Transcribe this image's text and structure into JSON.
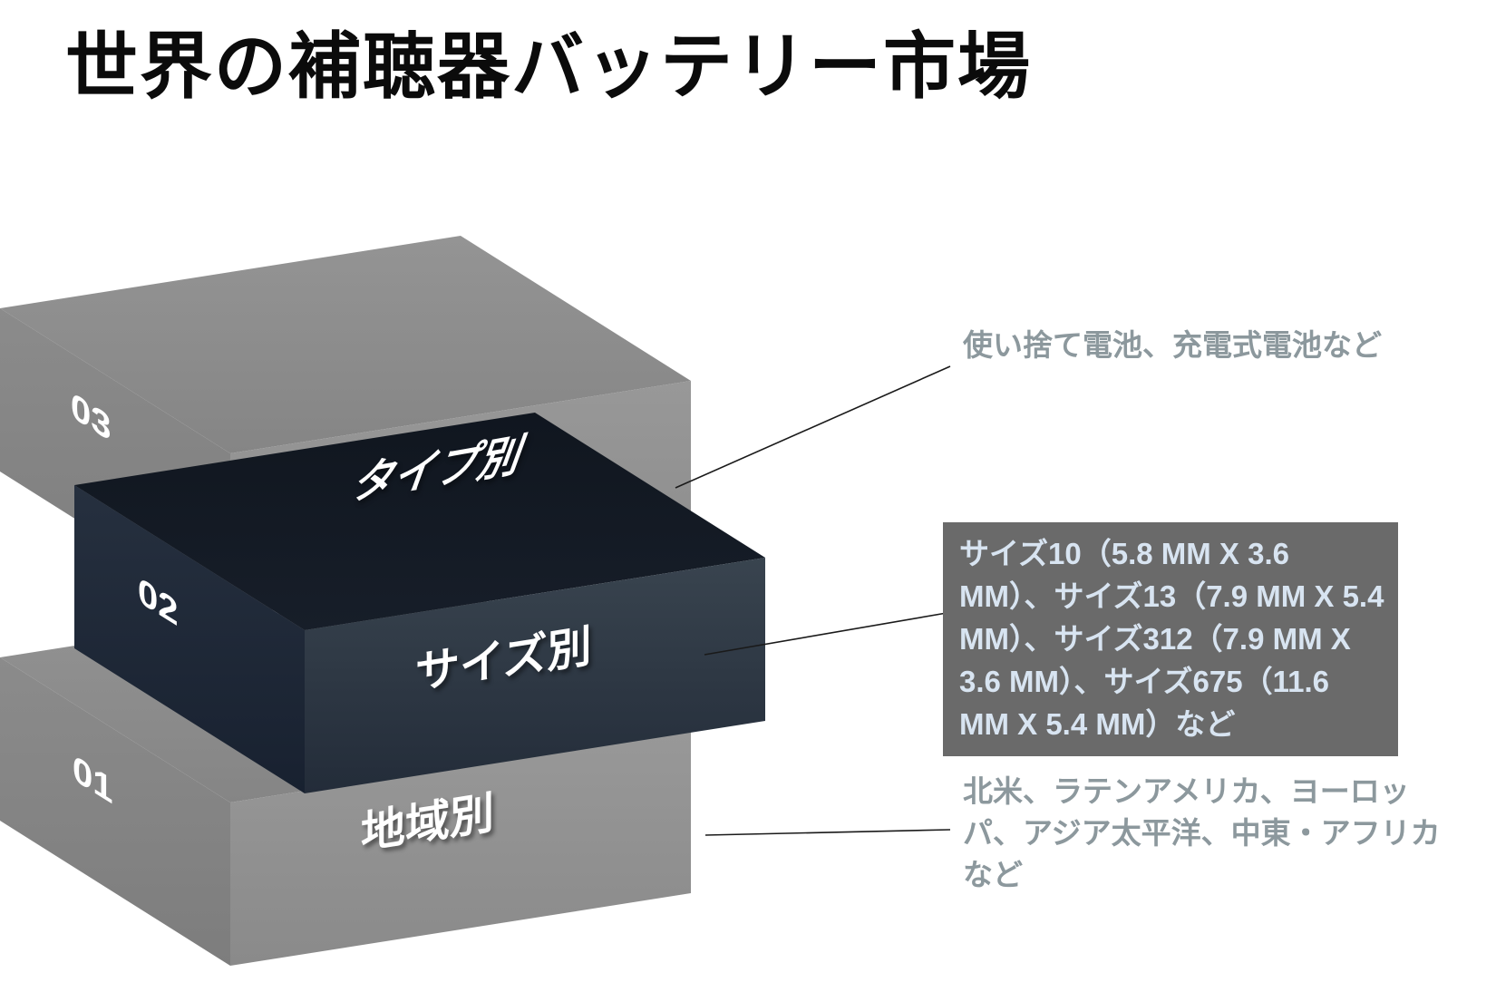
{
  "slide": {
    "title": "世界の補聴器バッテリー市場"
  },
  "layers": [
    {
      "number": "03",
      "label": "タイプ別",
      "annotation": "使い捨て電池、充電式電池など"
    },
    {
      "number": "02",
      "label": "サイズ別",
      "annotation": "サイズ10（5.8 MM X 3.6 MM）、サイズ13（7.9 MM X 5.4 MM）、サイズ312（7.9 MM X 3.6 MM）、サイズ675（11.6 MM X 5.4 MM）など"
    },
    {
      "number": "01",
      "label": "地域別",
      "annotation": "北米、ラテンアメリカ、ヨーロッパ、アジア太平洋、中東・アフリカなど"
    }
  ],
  "colors": {
    "slab_gray_top": "#8e8e8e",
    "slab_gray_left": "#838383",
    "slab_gray_front": "#929292",
    "slab_dark_top": "#141a24",
    "slab_dark_left": "#1e2836",
    "slab_dark_front": "#2c3645",
    "annotation_text": "#8c989d",
    "size_box_background": "#6a6a6a",
    "size_box_text": "#d8e4f1",
    "connector_line": "#1a1a1a",
    "title_text": "#0b0b0b",
    "layer_label_text": "#ffffff"
  }
}
